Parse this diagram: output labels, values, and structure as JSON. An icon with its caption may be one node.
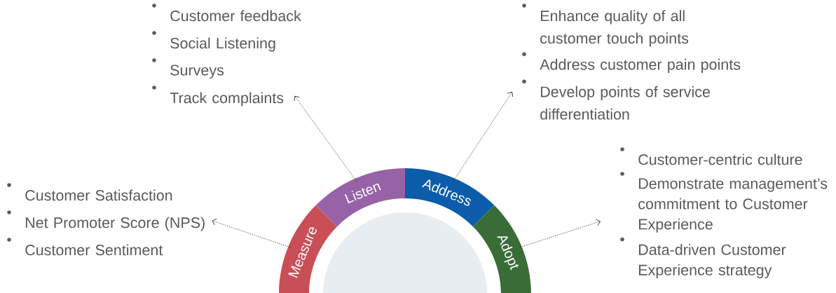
{
  "diagram": {
    "nodes": [
      {
        "text": [
          "Customer feedback",
          "Social Listening",
          "Surveys",
          "Track complaints"
        ]
      },
      {
        "text": [
          "Enhance quality of all customer touch points",
          "Address customer pain points",
          "Develop points of service differentiation"
        ]
      },
      {
        "text": [
          "Customer-centric culture",
          "Demonstrate management’s commitment to Customer Experience",
          "Data-driven Customer Experience strategy"
        ]
      },
      {
        "text": [
          "Customer Satisfaction",
          "Net Promoter Score (NPS)",
          "Customer Sentiment"
        ]
      },
      {
        "text": [
          "Measure"
        ]
      },
      {
        "text": [
          "Listen"
        ]
      },
      {
        "text": [
          "Address"
        ]
      },
      {
        "text": [
          "Adopt"
        ]
      },
      {
        "text": [],
        "shape": "circle"
      }
    ],
    "edges": [
      {
        "from": 5,
        "to": 0,
        "arrow": "to",
        "style": "dashed"
      },
      {
        "from": 6,
        "to": 1,
        "arrow": "to",
        "style": "dashed"
      },
      {
        "from": 7,
        "to": 2,
        "arrow": "to",
        "style": "dashed"
      },
      {
        "from": 4,
        "to": 3,
        "arrow": "to",
        "style": "dashed"
      }
    ]
  }
}
